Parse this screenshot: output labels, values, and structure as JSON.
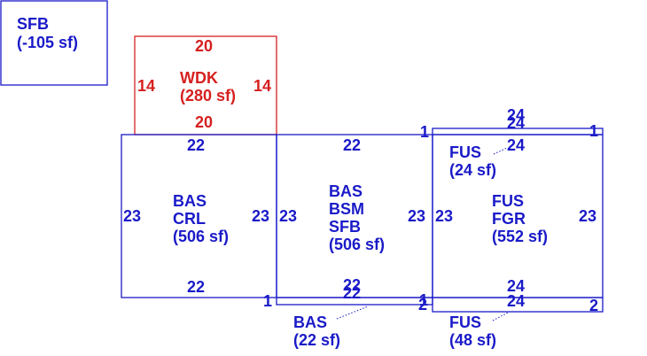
{
  "areas": {
    "sfb_detached": {
      "code": "SFB",
      "area": "(-105 sf)"
    },
    "wdk": {
      "code": "WDK",
      "area": "(280 sf)",
      "top": "20",
      "bottom": "20",
      "left": "14",
      "right": "14"
    },
    "bas_crl": {
      "code1": "BAS",
      "code2": "CRL",
      "area": "(506 sf)",
      "top": "22",
      "bottom": "22",
      "left": "23",
      "right": "23"
    },
    "bas_bsm_sfb": {
      "code1": "BAS",
      "code2": "BSM",
      "code3": "SFB",
      "area": "(506 sf)",
      "top": "22",
      "bottom": "22",
      "left": "23",
      "right": "23"
    },
    "fus_fgr": {
      "code1": "FUS",
      "code2": "FGR",
      "area": "(552 sf)",
      "top": "24",
      "bottom": "24",
      "left": "23",
      "right": "23"
    },
    "fus_small": {
      "code": "FUS",
      "area": "(24 sf)",
      "top": "24",
      "inner": "24",
      "left": "1",
      "right": "1"
    },
    "bas_strip": {
      "code": "BAS",
      "area": "(22 sf)",
      "top": "22",
      "end_top": "1",
      "end_bottom": "2",
      "left": "1"
    },
    "fus_strip": {
      "code": "FUS",
      "area": "(48 sf)",
      "top": "24",
      "end": "2"
    }
  }
}
